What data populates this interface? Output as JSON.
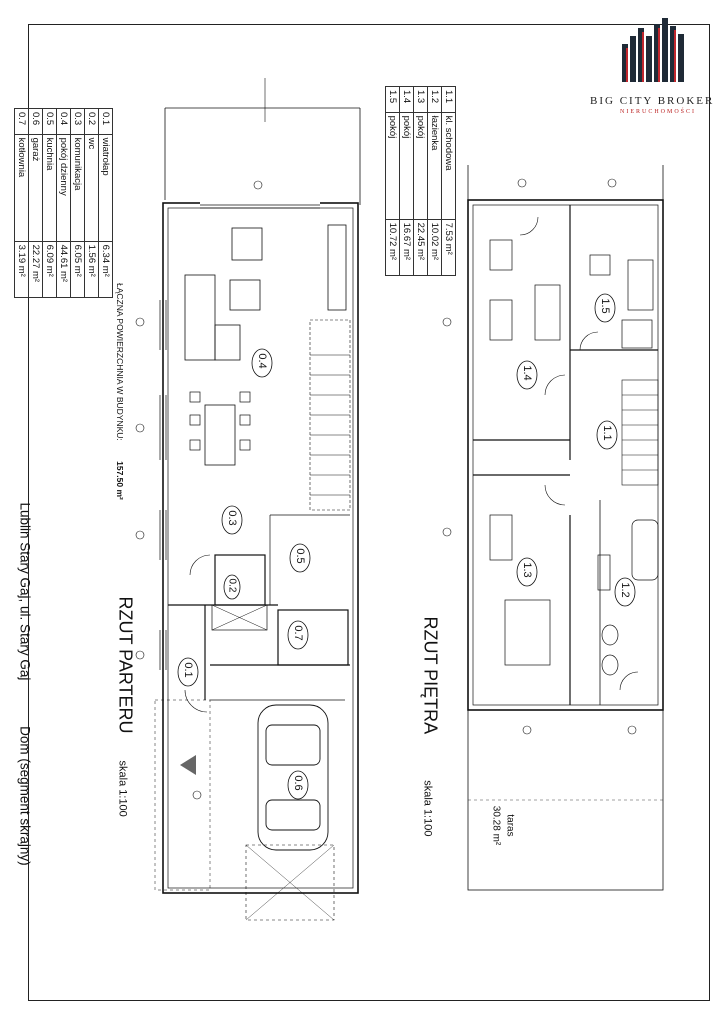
{
  "logo": {
    "brand": "BIG CITY BROKER",
    "subtitle": "NIERUCHOMOŚCI",
    "colors": {
      "dark": "#1f2a36",
      "accent": "#c0262d"
    }
  },
  "ground_floor": {
    "title": "RZUT PARTERU",
    "scale": "skala 1:100",
    "rooms": [
      {
        "id": "0.1",
        "name": "wiatrołap",
        "area": "6.34 m²"
      },
      {
        "id": "0.2",
        "name": "wc",
        "area": "1.56 m²"
      },
      {
        "id": "0.3",
        "name": "komunikacja",
        "area": "6.05 m²"
      },
      {
        "id": "0.4",
        "name": "pokój dzienny",
        "area": "44.61 m²"
      },
      {
        "id": "0.5",
        "name": "kuchnia",
        "area": "6.09 m²"
      },
      {
        "id": "0.6",
        "name": "garaż",
        "area": "22.27 m²"
      },
      {
        "id": "0.7",
        "name": "kotłownia",
        "area": "3.19 m²"
      }
    ]
  },
  "upper_floor": {
    "title": "RZUT PIĘTRA",
    "scale": "skala 1:100",
    "rooms": [
      {
        "id": "1.1",
        "name": "kl. schodowa",
        "area": "7.53 m²"
      },
      {
        "id": "1.2",
        "name": "łazienka",
        "area": "10.02 m²"
      },
      {
        "id": "1.3",
        "name": "pokój",
        "area": "22.45 m²"
      },
      {
        "id": "1.4",
        "name": "pokój",
        "area": "16.67 m²"
      },
      {
        "id": "1.5",
        "name": "pokój",
        "area": "10.72 m²"
      }
    ],
    "terrace": {
      "name": "taras",
      "area": "30.28 m²"
    }
  },
  "total_area": {
    "label": "ŁĄCZNA POWIERZCHNIA W BUDYNKU:",
    "value": "157.50 m²"
  },
  "location": "Lublin Stary Gaj, ul. Stary Gaj",
  "building_type": "Dom (segment skrajny)"
}
